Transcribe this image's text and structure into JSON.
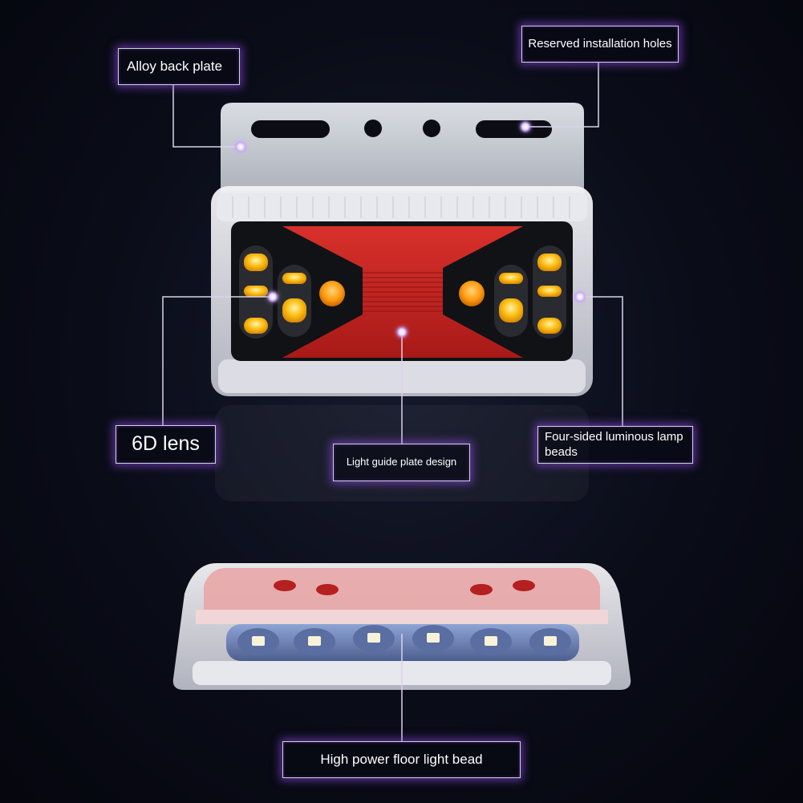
{
  "callouts": {
    "alloy_back_plate": "Alloy back plate",
    "reserved_holes": "Reserved installation holes",
    "lens": "6D lens",
    "light_guide": "Light guide plate design",
    "four_sided": "Four-sided luminous lamp beads",
    "floor_bead": "High power floor light bead"
  },
  "colors": {
    "background": "#0a0c18",
    "callout_border": "#cfd2dc",
    "glow": "#a050ff",
    "dot": "#e8ddff",
    "lens_red": "#c42420",
    "led_amber": "#ffb400",
    "led_orange": "#ff8a00",
    "plate_silver": "#c4c8cf"
  }
}
